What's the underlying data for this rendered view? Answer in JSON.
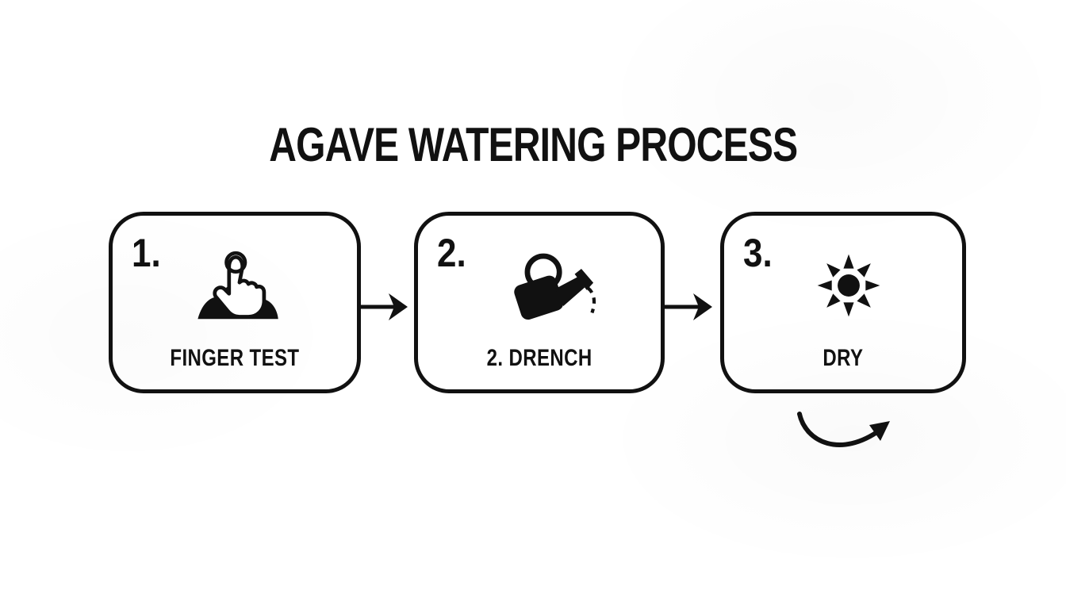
{
  "title": "AGAVE WATERING PROCESS",
  "steps": [
    {
      "number": "1.",
      "label": "FINGER TEST",
      "icon": "finger-soil-test-icon"
    },
    {
      "number": "2.",
      "label": "2. DRENCH",
      "icon": "watering-can-icon"
    },
    {
      "number": "3.",
      "label": "DRY",
      "icon": "sun-icon"
    }
  ],
  "connectors": [
    {
      "type": "straight-arrow",
      "from": "step-1",
      "to": "step-2"
    },
    {
      "type": "straight-arrow",
      "from": "step-2",
      "to": "step-3"
    },
    {
      "type": "curved-arrow",
      "position": "below-step-3",
      "direction": "up-right"
    }
  ],
  "colors": {
    "ink": "#111111",
    "background": "#ffffff"
  }
}
